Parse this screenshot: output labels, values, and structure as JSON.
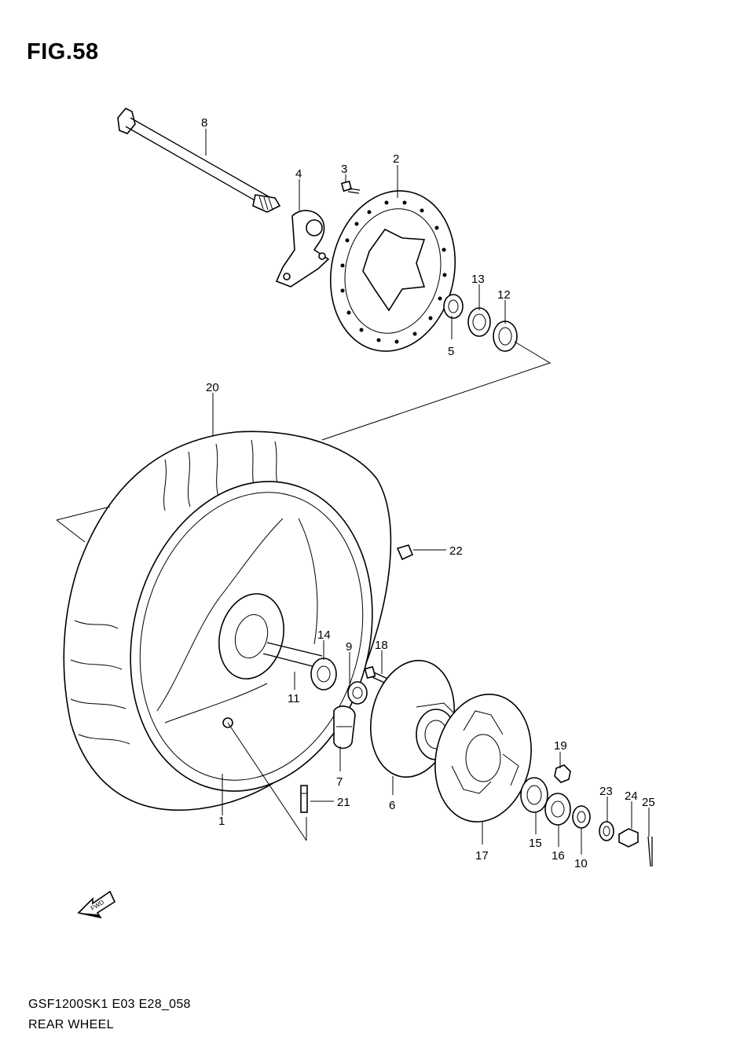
{
  "figure": {
    "title": "FIG.58"
  },
  "footer": {
    "model_code": "GSF1200SK1 E03 E28_058",
    "section_name": "REAR WHEEL"
  },
  "fwd_label": "FWD",
  "callouts": [
    "1",
    "2",
    "3",
    "4",
    "5",
    "6",
    "7",
    "8",
    "9",
    "10",
    "11",
    "12",
    "13",
    "14",
    "15",
    "16",
    "17",
    "18",
    "19",
    "20",
    "21",
    "22",
    "23",
    "24",
    "25"
  ]
}
